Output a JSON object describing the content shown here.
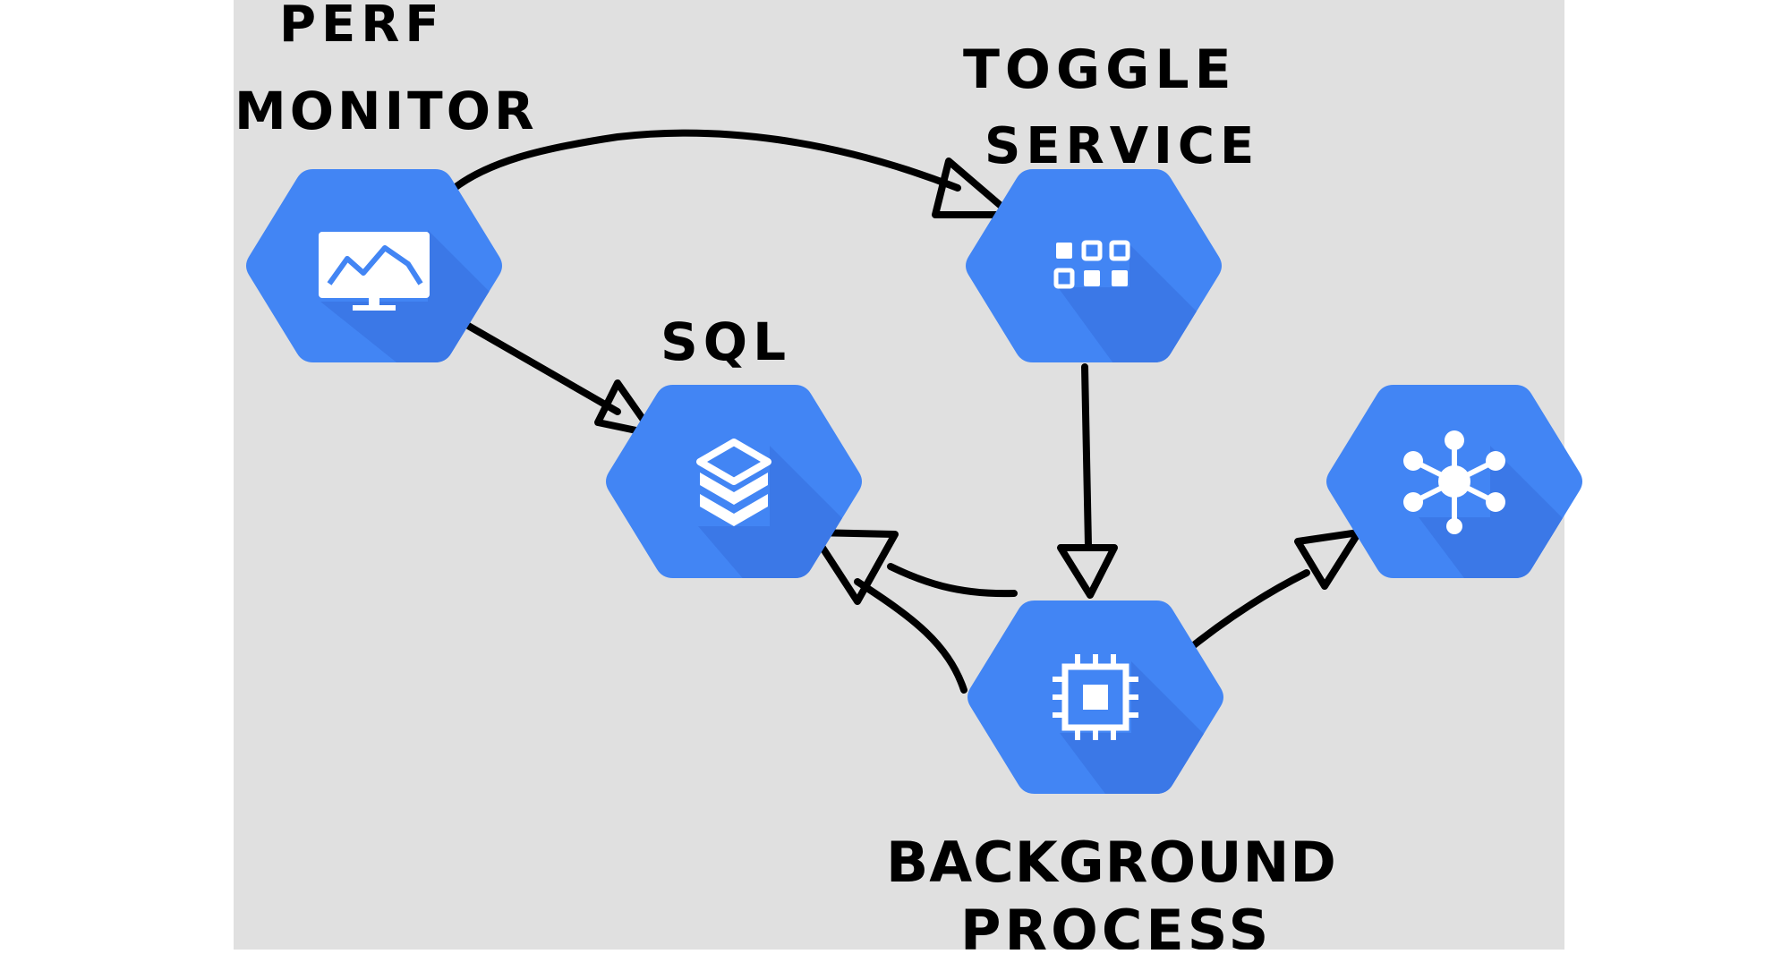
{
  "labels": {
    "perf_monitor": [
      "PERF",
      "MONITOR"
    ],
    "toggle_service": [
      "TOGGLE",
      "SERVICE"
    ],
    "sql": "SQL",
    "background_process": [
      "BACKGROUND",
      "PROCESS"
    ]
  },
  "colors": {
    "canvas": "#e0e0e0",
    "page": "#ffffff",
    "hexagon": "#4285f4",
    "hexagon_shadow": "#3b78e7",
    "icon": "#ffffff",
    "ink": "#000000"
  },
  "nodes": [
    {
      "id": "perf-monitor",
      "icon": "monitor-chart-icon"
    },
    {
      "id": "toggle-service",
      "icon": "app-grid-icon"
    },
    {
      "id": "sql",
      "icon": "stacked-layers-icon"
    },
    {
      "id": "background-process",
      "icon": "cpu-chip-icon"
    },
    {
      "id": "network-hub",
      "icon": "network-hub-icon"
    }
  ],
  "edges": [
    {
      "from": "perf-monitor",
      "to": "toggle-service"
    },
    {
      "from": "perf-monitor",
      "to": "sql"
    },
    {
      "from": "toggle-service",
      "to": "background-process"
    },
    {
      "from": "background-process",
      "to": "sql"
    },
    {
      "from": "background-process",
      "to": "network-hub"
    }
  ]
}
